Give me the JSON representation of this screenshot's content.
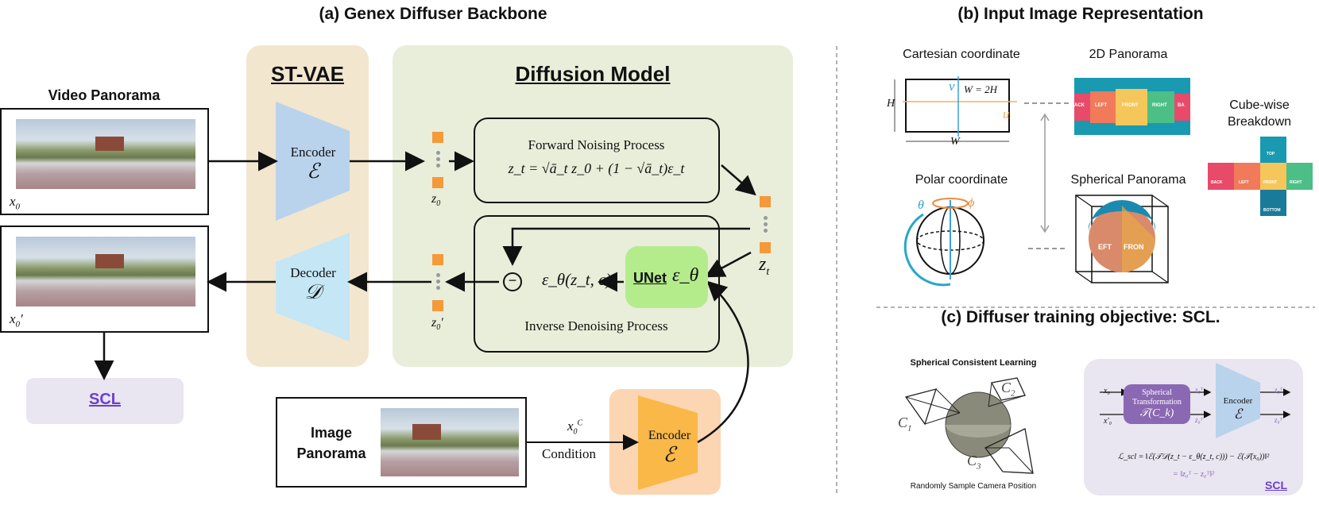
{
  "titles": {
    "a": "(a) Genex Diffuser Backbone",
    "b": "(b) Input Image Representation",
    "c": "(c) Diffuser training objective: SCL."
  },
  "backbone": {
    "video_panorama_label": "Video Panorama",
    "x0_label": "x",
    "x0_sub": "0",
    "x0p_label": "x",
    "x0p_sub": "0",
    "st_vae": "ST-VAE",
    "encoder_label": "Encoder",
    "encoder_symbol": "ℰ",
    "decoder_label": "Decoder",
    "decoder_symbol": "𝒟",
    "diffusion_model": "Diffusion Model",
    "z0_label": "z",
    "z0_sub": "0",
    "z0p_label": "z",
    "z0p_sub": "0",
    "zt_label": "z",
    "zt_sub": "t",
    "forward_title": "Forward Noising Process",
    "forward_formula": "z_t = √ā_t z_0 + (1 − √ā_t)ε_t",
    "inverse_title": "Inverse Denoising Process",
    "eps_formula": "ε_θ(z_t, c)",
    "unet_label": "UNet",
    "unet_symbol": "ε_θ",
    "minus_symbol": "−",
    "scl_link": "SCL",
    "image_panorama": "Image Panorama",
    "condition_label": "Condition",
    "x0c_label": "x",
    "x0c_sub": "0",
    "x0c_sup": "C",
    "cond_encoder_label": "Encoder",
    "cond_encoder_symbol": "ℰ"
  },
  "representation": {
    "cartesian": "Cartesian coordinate",
    "pano2d": "2D Panorama",
    "polar": "Polar coordinate",
    "spherical": "Spherical Panorama",
    "cubewise": "Cube-wise Breakdown",
    "cart_W_eq": "W = 2H",
    "cart_H": "H",
    "cart_W": "W",
    "cart_u": "u",
    "cart_v": "v",
    "polar_phi": "ϕ",
    "polar_theta": "θ",
    "pano_faces": [
      "ACK",
      "LEFT",
      "FRONT",
      "RIGHT",
      "BA"
    ],
    "cube_faces": {
      "top": "TOP",
      "back": "BACK",
      "left": "LEFT",
      "front": "FRONT",
      "right": "RIGHT",
      "bottom": "BOTTOM"
    },
    "sphere_left": "EFT",
    "sphere_front": "FRON"
  },
  "scl": {
    "heading": "Spherical Consistent Learning",
    "random_sample": "Randomly Sample Camera Position",
    "c1": "C",
    "c1_sub": "1",
    "c2": "C",
    "c2_sub": "2",
    "c3": "C",
    "c3_sub": "3",
    "spherical_transform_line1": "Spherical",
    "spherical_transform_line2": "Transformation",
    "transform_symbol": "𝒯(C_k)",
    "encoder_label": "Encoder",
    "encoder_symbol": "ℰ",
    "in_x0": "x₀",
    "in_x0p": "x′₀",
    "z_mid1": "z₀ᵀ",
    "z_mid2": "z₀ᵀ",
    "z_out1": "z₀ᵀ",
    "z_out2": "z₀ᵀ",
    "loss_line1": "ℒ_scl = ‖ℰ(𝒯𝒟(z_t − ε_θ(z_t, c))) − ℰ(𝒯(x₀))‖²",
    "loss_line2": "= ‖z₀ᵀ − z₀ᵀ‖²",
    "scl_link": "SCL"
  },
  "colors": {
    "st_vae_bg": "#f2e6cf",
    "diffusion_bg": "#e8eed9",
    "encoder_blue": "#b9d3ec",
    "decoder_blue": "#c4e6f5",
    "latent_orange": "#f5993b",
    "unet_green": "#b4ec8c",
    "cond_bg": "#fcd5b3",
    "cond_encoder": "#f9b848",
    "scl_bg": "#e9e5f1",
    "link_purple": "#6b3fd1",
    "transform_purple": "#8b68b3"
  }
}
